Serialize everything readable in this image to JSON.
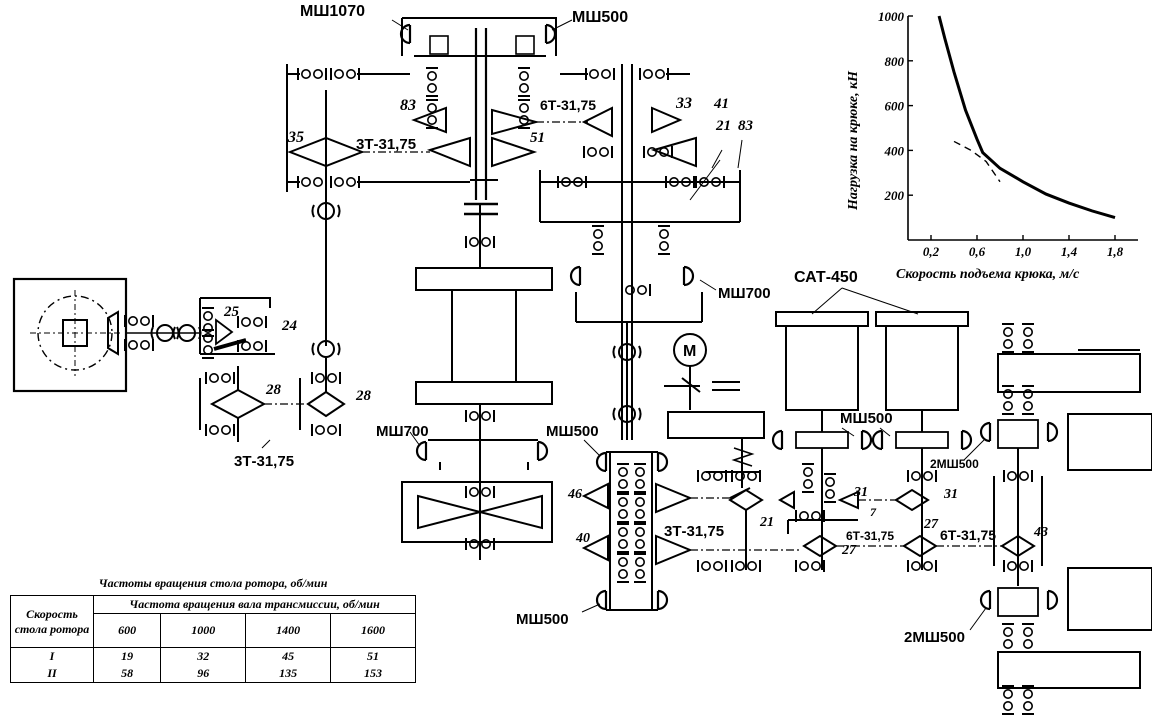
{
  "labels": {
    "msh1070": "МШ1070",
    "msh500_top": "МШ500",
    "msh700_right": "МШ700",
    "msh700_left": "МШ700",
    "msh500_mid": "МШ500",
    "msh500_bottom": "МШ500",
    "msh500_engines": "МШ500",
    "msh500x2_upper": "2МШ500",
    "msh500x2_lower": "2МШ500",
    "sat450": "САТ-450",
    "motor": "M",
    "chain_3t_top": "3Т-31,75",
    "chain_6t_top": "6Т-31,75",
    "chain_3t_left": "3Т-31,75",
    "chain_3t_bottom": "3Т-31,75",
    "chain_6t_a": "6Т-31,75",
    "chain_6t_b": "6Т-31,75"
  },
  "teeth": {
    "t35": "35",
    "t83a": "83",
    "t51": "51",
    "t33": "33",
    "t41": "41",
    "t21a": "21",
    "t83b": "83",
    "t25": "25",
    "t24": "24",
    "t28a": "28",
    "t28b": "28",
    "t46": "46",
    "t40": "40",
    "t21b": "21",
    "t27a": "27",
    "t31a": "31",
    "t7": "7",
    "t31b": "31",
    "t27b": "27",
    "t43": "43"
  },
  "chart_data": {
    "type": "line",
    "xlabel": "Скорость подъема крюка, м/с",
    "ylabel": "Нагрузка на крюке, кН",
    "x_ticks": [
      "0,2",
      "0,6",
      "1,0",
      "1,4",
      "1,8"
    ],
    "y_ticks": [
      "200",
      "400",
      "600",
      "800",
      "1000"
    ],
    "xlim": [
      0,
      2.0
    ],
    "ylim": [
      0,
      1000
    ],
    "series": [
      {
        "style": "solid",
        "points": [
          [
            0.27,
            1000
          ],
          [
            0.32,
            900
          ],
          [
            0.4,
            750
          ],
          [
            0.5,
            580
          ],
          [
            0.6,
            450
          ],
          [
            0.65,
            390
          ],
          [
            0.8,
            320
          ],
          [
            1.0,
            260
          ],
          [
            1.2,
            205
          ],
          [
            1.4,
            165
          ],
          [
            1.6,
            130
          ],
          [
            1.8,
            100
          ]
        ]
      },
      {
        "style": "dashed",
        "points": [
          [
            0.4,
            440
          ],
          [
            0.55,
            400
          ],
          [
            0.68,
            350
          ],
          [
            0.72,
            320
          ],
          [
            0.8,
            260
          ]
        ]
      }
    ]
  },
  "table": {
    "title": "Частоты вращения стола ротора, об/мин",
    "col1_header": "Скорость стола ротора",
    "group_header": "Частота вращения вала трансмиссии, об/мин",
    "columns": [
      "600",
      "1000",
      "1400",
      "1600"
    ],
    "rows": [
      {
        "speed": "I",
        "values": [
          "19",
          "32",
          "45",
          "51"
        ]
      },
      {
        "speed": "II",
        "values": [
          "58",
          "96",
          "135",
          "153"
        ]
      }
    ]
  }
}
